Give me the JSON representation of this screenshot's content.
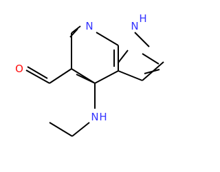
{
  "structure": {
    "atoms": {
      "n_pyridine": "N",
      "n_pyrrole": "N",
      "h_pyrrole": "H",
      "o_aldehyde": "O",
      "n_amine": "N",
      "h_amine": "H"
    },
    "colors": {
      "bond": "#000000",
      "nitrogen": "#3333ff",
      "oxygen": "#ff0d0d"
    }
  }
}
